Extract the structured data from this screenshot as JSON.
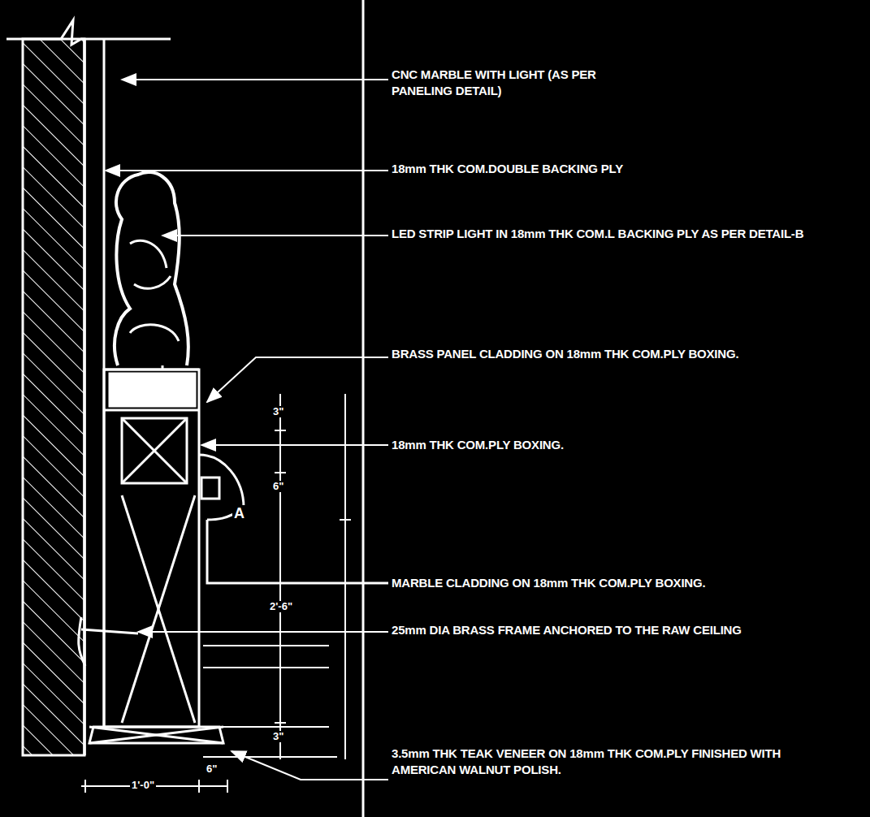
{
  "diagram": {
    "labels": [
      "CNC MARBLE WITH LIGHT (AS PER PANELING DETAIL)",
      "18mm THK COM.DOUBLE BACKING PLY",
      "LED STRIP LIGHT IN 18mm THK COM.L BACKING PLY AS PER DETAIL-B",
      "BRASS PANEL CLADDING ON 18mm THK COM.PLY BOXING.",
      "18mm THK COM.PLY BOXING.",
      "MARBLE CLADDING ON 18mm THK COM.PLY BOXING.",
      "25mm DIA BRASS FRAME ANCHORED TO THE RAW CEILING",
      "3.5mm THK TEAK VENEER ON 18mm THK COM.PLY FINISHED WITH AMERICAN WALNUT POLISH.",
      "A",
      "3\"",
      "6\"",
      "2'-6\"",
      "3\"",
      "1'-0\"",
      "6\""
    ]
  }
}
